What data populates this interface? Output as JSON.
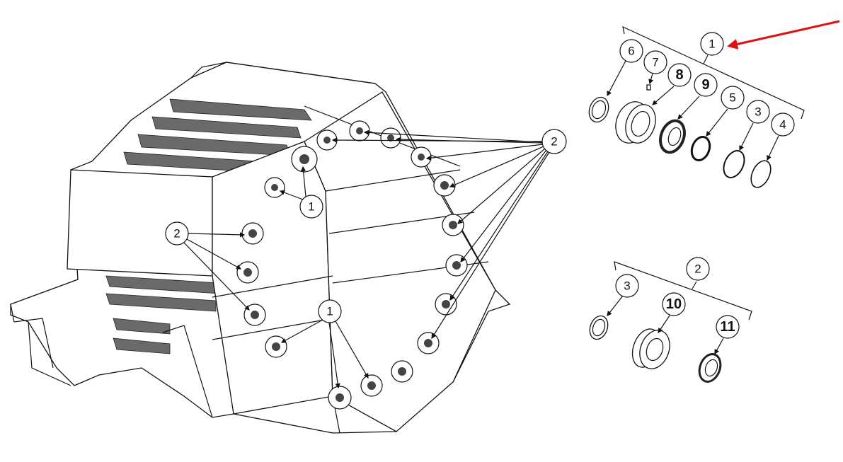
{
  "labels": {
    "one": "1",
    "two": "2",
    "three": "3",
    "four": "4",
    "five": "5",
    "six": "6",
    "seven": "7",
    "eight": "8",
    "nine": "9",
    "ten": "10",
    "eleven": "11"
  },
  "colors": {
    "arrow": "#e01010",
    "line": "#111111"
  }
}
